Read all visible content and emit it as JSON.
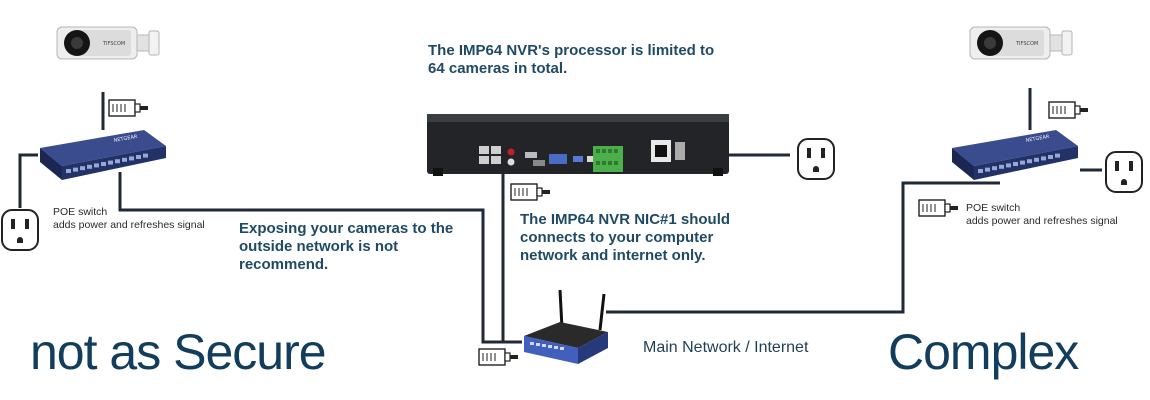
{
  "header": {
    "note": "The IMP64 NVR's processor is limited to 64 cameras in total."
  },
  "notes": {
    "exposure": "Exposing your cameras to the outside network is not recommend.",
    "nic": "The IMP64 NVR NIC#1 should connects to your computer network and internet only."
  },
  "switch_left": {
    "label_line1": "POE switch",
    "label_line2": "adds power and refreshes signal"
  },
  "switch_right": {
    "label_line1": "POE switch",
    "label_line2": "adds power and refreshes signal"
  },
  "router": {
    "label": "Main Network / Internet"
  },
  "footer": {
    "left": "not as Secure",
    "right": "Complex"
  },
  "colors": {
    "wire": "#1f2a36",
    "text_blue": "#1f4a66",
    "headline": "#123d5c",
    "switch_body": "#2f3f7a",
    "router_front": "#3f5cb8"
  },
  "icons": [
    "camera-icon",
    "rj45-connector-icon",
    "poe-switch-icon",
    "power-outlet-icon",
    "nvr-recorder-icon",
    "router-icon"
  ]
}
